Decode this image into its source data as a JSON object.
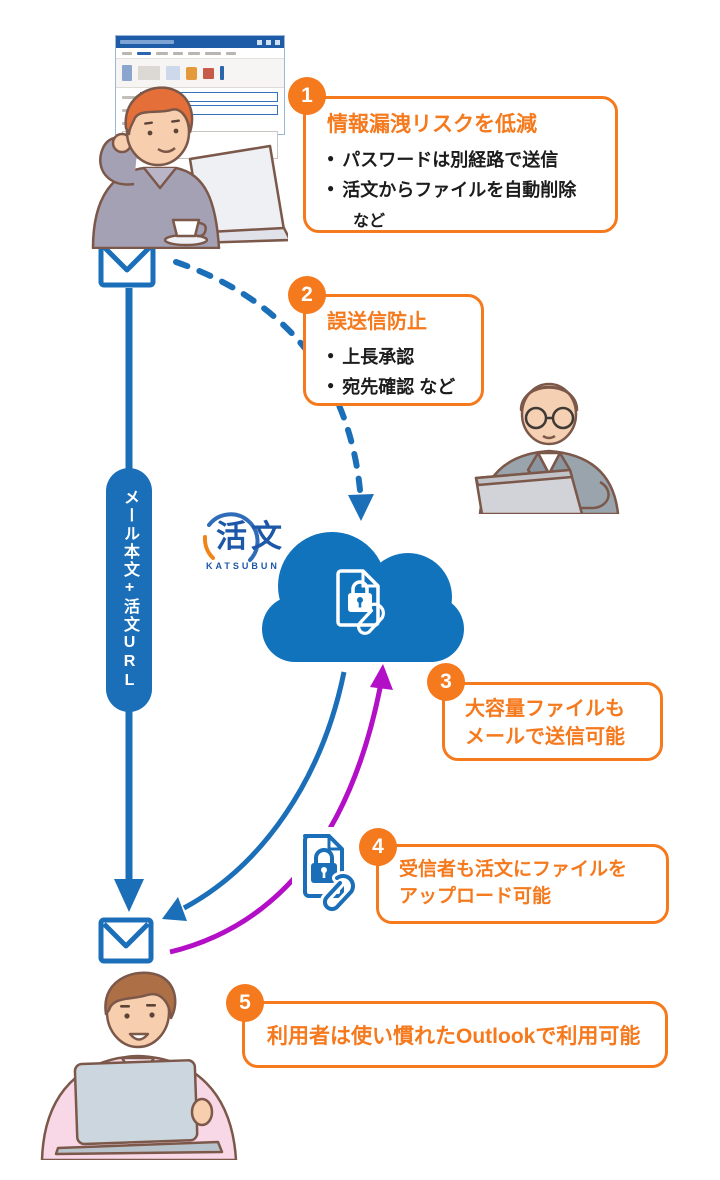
{
  "callouts": {
    "c1": {
      "number": "1",
      "title": "情報漏洩リスクを低減",
      "bullet1": "パスワードは別経路で送信",
      "bullet2": "活文からファイルを自動削除",
      "note": "など"
    },
    "c2": {
      "number": "2",
      "title": "誤送信防止",
      "bullet1": "上長承認",
      "bullet2": "宛先確認  など"
    },
    "c3": {
      "number": "3",
      "line1": "大容量ファイルも",
      "line2": "メールで送信可能"
    },
    "c4": {
      "number": "4",
      "line1": "受信者も活文にファイルを",
      "line2": "アップロード可能"
    },
    "c5": {
      "number": "5",
      "line1": "利用者は使い慣れたOutlookで利用可能"
    }
  },
  "flow": {
    "pill_label": "メール本文+活文URL"
  },
  "logo": {
    "kanji": "活文",
    "romaji": "KATSUBUN"
  },
  "icons": {
    "envelope": "mail-envelope",
    "cloud": "katsubun-cloud-storage",
    "locked_file": "document-with-lock-and-paperclip"
  },
  "colors": {
    "accent_orange": "#f5791d",
    "brand_blue": "#1b6fb8",
    "cloud_blue": "#1273bd",
    "arrow_purple": "#b30fc7"
  }
}
